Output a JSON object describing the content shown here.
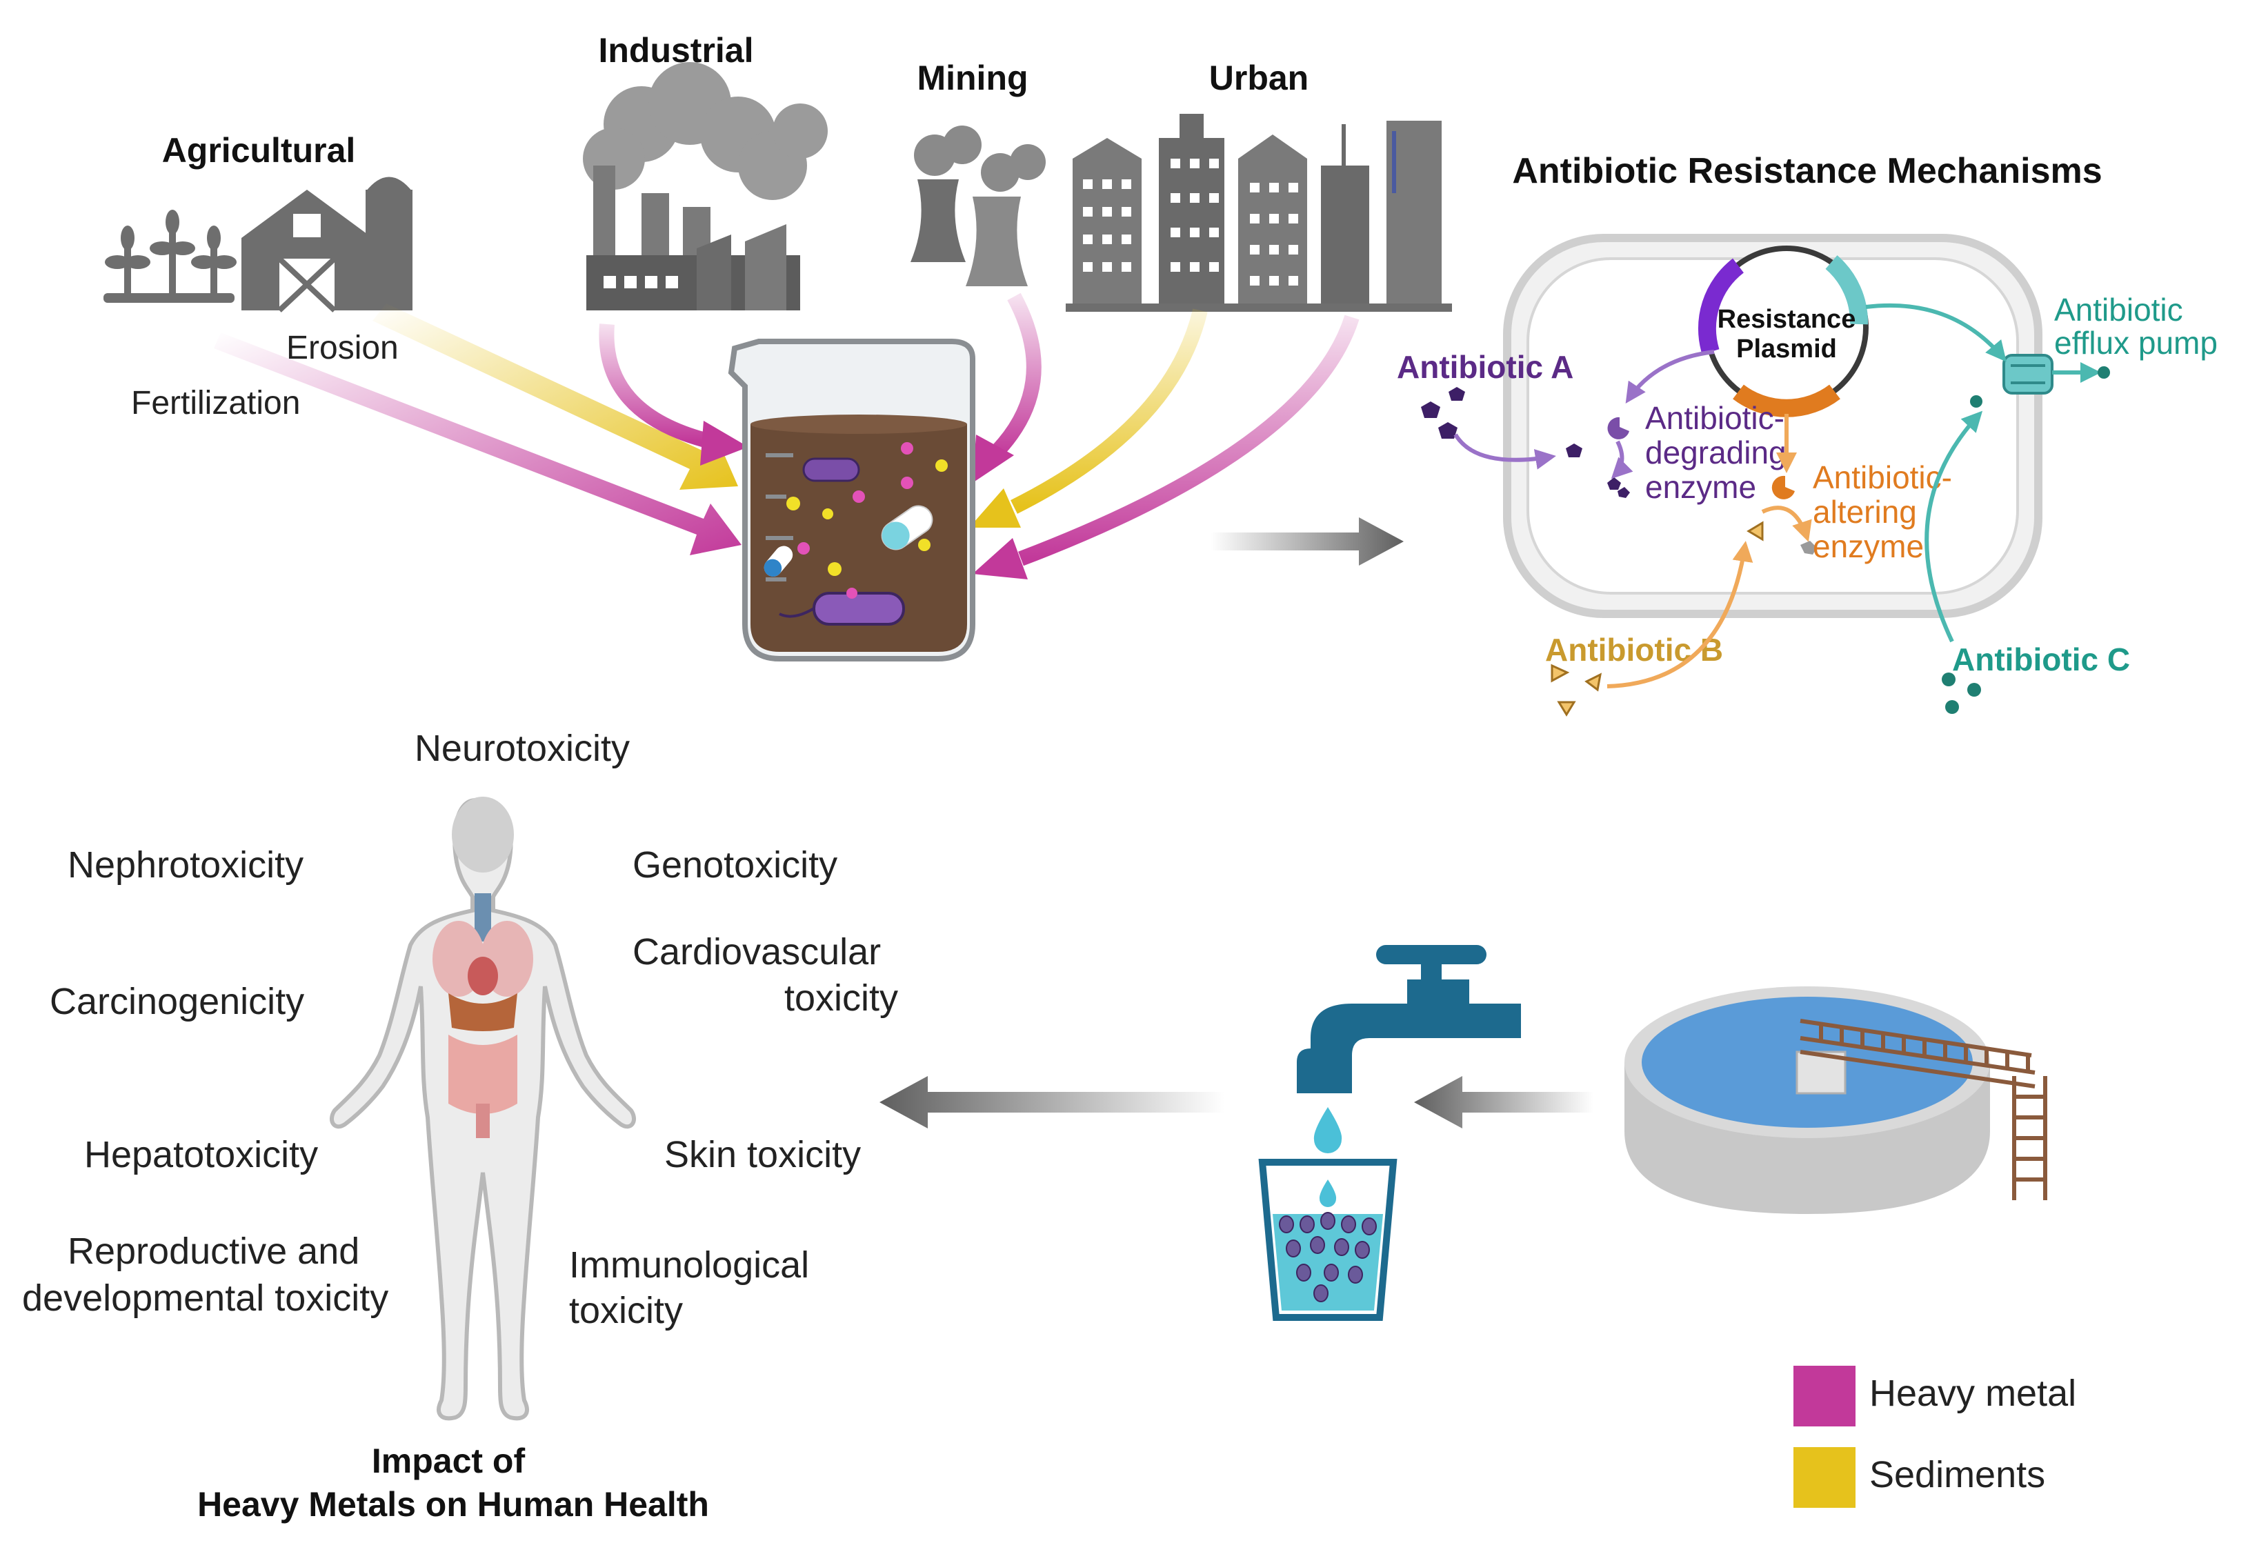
{
  "sources": {
    "agricultural": "Agricultural",
    "industrial": "Industrial",
    "mining": "Mining",
    "urban": "Urban"
  },
  "flows": {
    "erosion": "Erosion",
    "fertilization": "Fertilization"
  },
  "mechanisms": {
    "title": "Antibiotic Resistance Mechanisms",
    "plasmid_line1": "Resistance",
    "plasmid_line2": "Plasmid",
    "antibiotic_a": "Antibiotic A",
    "antibiotic_b": "Antibiotic B",
    "antibiotic_c": "Antibiotic C",
    "degrading_line1": "Antibiotic-",
    "degrading_line2": "degrading",
    "degrading_line3": "enzyme",
    "altering_line1": "Antibiotic-",
    "altering_line2": "altering",
    "altering_line3": "enzyme",
    "efflux_line1": "Antibiotic",
    "efflux_line2": "efflux pump"
  },
  "health": {
    "neurotoxicity": "Neurotoxicity",
    "nephrotoxicity": "Nephrotoxicity",
    "genotoxicity": "Genotoxicity",
    "carcinogenicity": "Carcinogenicity",
    "cardio_line1": "Cardiovascular",
    "cardio_line2": "toxicity",
    "hepatotoxicity": "Hepatotoxicity",
    "skin": "Skin toxicity",
    "repro_line1": "Reproductive and",
    "repro_line2": "developmental toxicity",
    "immuno_line1": "Immunological",
    "immuno_line2": "toxicity",
    "caption_line1": "Impact of",
    "caption_line2": "Heavy Metals on Human Health"
  },
  "legend": {
    "heavy_metal": "Heavy metal",
    "sediments": "Sediments"
  },
  "colors": {
    "heavy_metal": "#c2399a",
    "sediments": "#e6c21c",
    "purple": "#5b2a86",
    "orange": "#e07b1f",
    "teal": "#1f9a8a",
    "tap_blue": "#1d6a8e",
    "gray_arrow": "#5f5f5f"
  },
  "icons": [
    "crops-icon",
    "barn-icon",
    "silo-icon",
    "factory-icon",
    "cooling-tower-icon",
    "city-skyline-icon",
    "beaker-icon",
    "bacterium-icon",
    "capsule-icon",
    "cell-icon",
    "plasmid-icon",
    "efflux-pump-icon",
    "human-body-icon",
    "tap-icon",
    "water-glass-icon",
    "treatment-tank-icon"
  ]
}
